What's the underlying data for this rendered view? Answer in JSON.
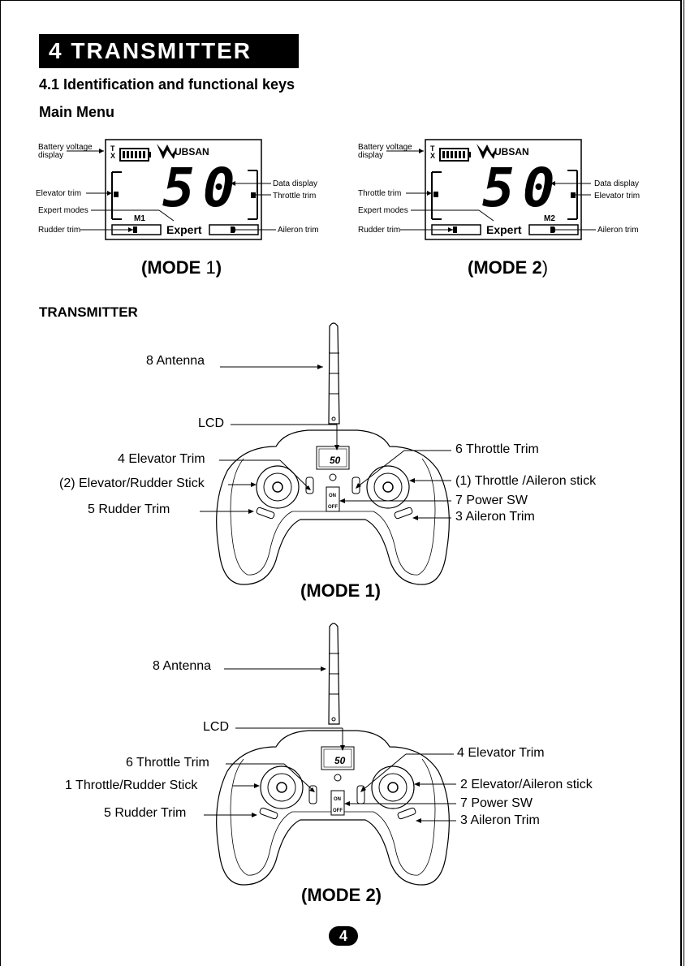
{
  "section": {
    "title": "4 TRANSMITTER"
  },
  "subsection": {
    "title": "4.1 Identification and functional keys"
  },
  "main_menu": {
    "heading": "Main Menu",
    "mode1": {
      "labels": {
        "battery": [
          "Battery voltage",
          "display"
        ],
        "elevator_trim": "Elevator trim",
        "expert_modes": "Expert modes",
        "rudder_trim": "Rudder trim",
        "data_display": "Data display",
        "throttle_trim": "Throttle trim",
        "aileron_trim": "Aileron trim"
      },
      "screen": {
        "tx": [
          "T",
          "X"
        ],
        "brand": "UBSAN",
        "value": "50",
        "mode": "M1",
        "expert": "Expert"
      },
      "caption_a": "(MODE ",
      "caption_b": "1",
      "caption_c": ")"
    },
    "mode2": {
      "labels": {
        "battery": [
          "Battery voltage",
          "display"
        ],
        "throttle_trim": "Throttle trim",
        "expert_modes": "Expert modes",
        "rudder_trim": "Rudder trim",
        "data_display": "Data display",
        "elevator_trim": "Elevator trim",
        "aileron_trim": "Aileron trim"
      },
      "screen": {
        "tx": [
          "T",
          "X"
        ],
        "brand": "UBSAN",
        "value": "50",
        "mode": "M2",
        "expert": "Expert"
      },
      "caption_a": "(MODE ",
      "caption_b": "2",
      "caption_c": ")"
    }
  },
  "transmitter": {
    "heading": "TRANSMITTER",
    "mode1": {
      "antenna": "8 Antenna",
      "lcd": "LCD",
      "left_trim_top": "4 Elevator Trim",
      "left_stick": "(2) Elevator/Rudder Stick",
      "left_trim_bottom": "5 Rudder Trim",
      "right_trim_top": "6 Throttle Trim",
      "right_stick": "(1) Throttle /Aileron stick",
      "power": "7 Power SW",
      "right_trim_bottom": "3 Aileron Trim",
      "caption": "(MODE 1)",
      "switch_on": "ON",
      "switch_off": "OFF",
      "lcd_value": "50"
    },
    "mode2": {
      "antenna": "8 Antenna",
      "lcd": "LCD",
      "left_trim_top": "6 Throttle Trim",
      "left_stick": "1 Throttle/Rudder Stick",
      "left_trim_bottom": "5 Rudder Trim",
      "right_trim_top": "4 Elevator Trim",
      "right_stick": "2 Elevator/Aileron stick",
      "power": "7 Power SW",
      "right_trim_bottom": "3 Aileron Trim",
      "caption": "(MODE 2)",
      "switch_on": "ON",
      "switch_off": "OFF",
      "lcd_value": "50"
    }
  },
  "page": {
    "number": "4"
  }
}
